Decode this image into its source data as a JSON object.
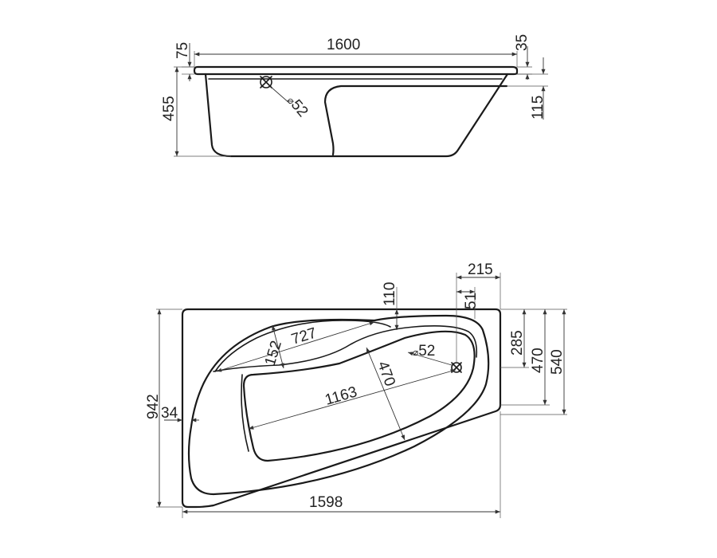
{
  "side_view": {
    "length": "1600",
    "rim_left": "75",
    "rim_right": "35",
    "height": "455",
    "step_right": "115",
    "drain_diameter": "52"
  },
  "top_view": {
    "length_bottom": "1598",
    "width_total": "942",
    "rim_left": "34",
    "headrest_top": "110",
    "right_offset": "215",
    "drain_offset": "51",
    "right_285": "285",
    "right_470": "470",
    "right_540": "540",
    "seat_727": "727",
    "seat_152": "152",
    "inner_length": "1163",
    "inner_width": "470",
    "drain_diameter": "52",
    "diameter_symbol": "⌀"
  },
  "colors": {
    "line": "#1a1a1a",
    "dimension": "#333333",
    "background": "#ffffff"
  }
}
